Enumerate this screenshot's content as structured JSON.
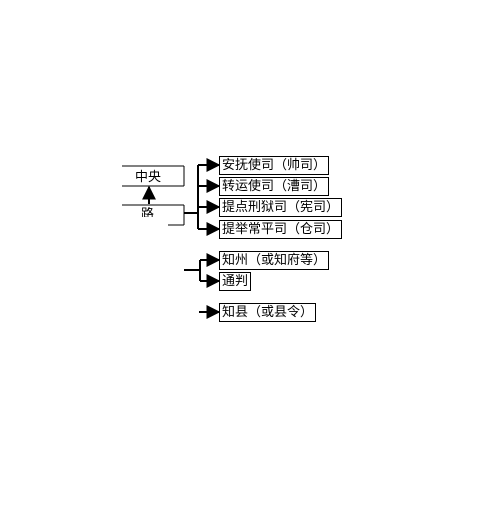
{
  "colors": {
    "line": "#000000",
    "background": "#ffffff"
  },
  "diagram": {
    "central": "中央",
    "local_fragment": "路",
    "lu_offices": [
      "安抚使司（帅司）",
      "转运使司（漕司）",
      "提点刑狱司（宪司）",
      "提举常平司（仓司）"
    ],
    "zhou_offices": [
      "知州（或知府等）",
      "通判"
    ],
    "xian_office": "知县（或县令）"
  }
}
